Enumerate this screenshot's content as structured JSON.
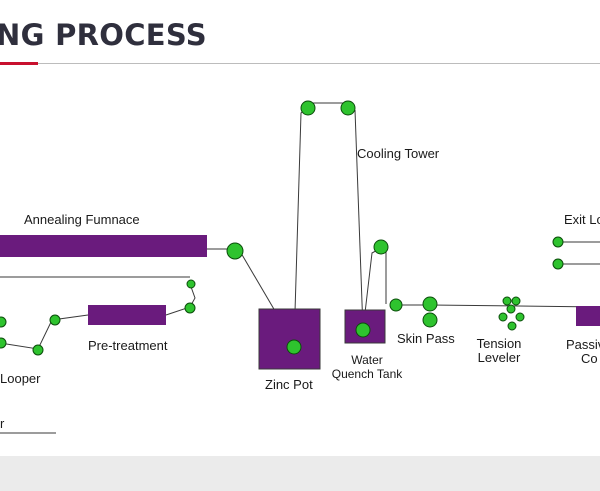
{
  "header": {
    "title": "NG PROCESS"
  },
  "colors": {
    "purple": "#6a1b7d",
    "green": "#2ec32e",
    "green_stroke": "#0b4d0b",
    "line": "#3a3a3a",
    "accent": "#c8102e"
  },
  "labels": {
    "annealing": "Annealing Fumnace",
    "looper": "Looper",
    "pretreatment": "Pre-treatment",
    "zinc_pot": "Zinc Pot",
    "cooling_tower": "Cooling Tower",
    "water_quench_line1": "Water",
    "water_quench_line2": "Quench Tank",
    "skin_pass": "Skin Pass",
    "tension_line1": "Tension",
    "tension_line2": "Leveler",
    "passivation_line1": "Passiv",
    "passivation_line2": "Co",
    "exit_looper": "Exit Lo",
    "partial_left": "r"
  }
}
